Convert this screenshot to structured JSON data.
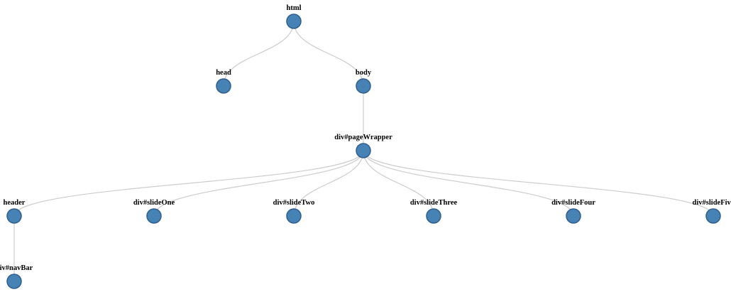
{
  "tree": {
    "node_color": "#4682b4",
    "link_color": "#cccccc",
    "nodes": [
      {
        "id": "html",
        "label": "html",
        "parent": null
      },
      {
        "id": "head",
        "label": "head",
        "parent": "html"
      },
      {
        "id": "body",
        "label": "body",
        "parent": "html"
      },
      {
        "id": "pageWrapper",
        "label": "div#pageWrapper",
        "parent": "body"
      },
      {
        "id": "header",
        "label": "header",
        "parent": "pageWrapper"
      },
      {
        "id": "slideOne",
        "label": "div#slideOne",
        "parent": "pageWrapper"
      },
      {
        "id": "slideTwo",
        "label": "div#slideTwo",
        "parent": "pageWrapper"
      },
      {
        "id": "slideThree",
        "label": "div#slideThree",
        "parent": "pageWrapper"
      },
      {
        "id": "slideFour",
        "label": "div#slideFour",
        "parent": "pageWrapper"
      },
      {
        "id": "slideFive",
        "label": "div#slideFive",
        "parent": "pageWrapper"
      },
      {
        "id": "navBar",
        "label": "div#navBar",
        "parent": "header"
      }
    ]
  }
}
